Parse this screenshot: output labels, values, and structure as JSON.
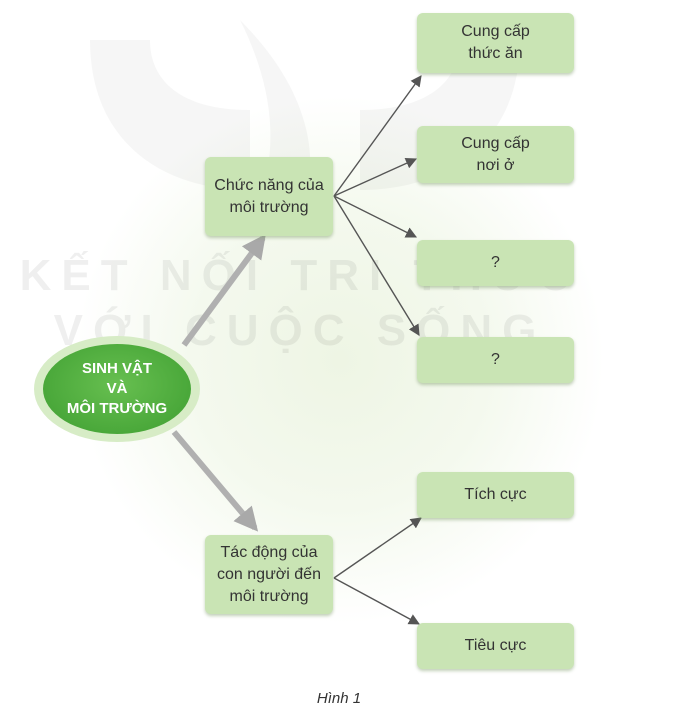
{
  "center": {
    "label": "SINH VẬT\nVÀ\nMÔI TRƯỜNG"
  },
  "branches": [
    {
      "label": "Chức năng của\nmôi trường",
      "children": [
        "Cung cấp\nthức ăn",
        "Cung cấp\nnơi ở",
        "?",
        "?"
      ]
    },
    {
      "label": "Tác động của\ncon người đến\nmôi trường",
      "children": [
        "Tích cực",
        "Tiêu cực"
      ]
    }
  ],
  "watermark": {
    "line1": "KẾT NỐI TRI THỨC",
    "line2": "VỚI CUỘC SỐNG"
  },
  "caption": "Hình 1",
  "colors": {
    "box": "#c9e4b4",
    "center": "#4aa83a",
    "arrow_thin": "#555555",
    "arrow_thick": "#b0b0b0"
  }
}
